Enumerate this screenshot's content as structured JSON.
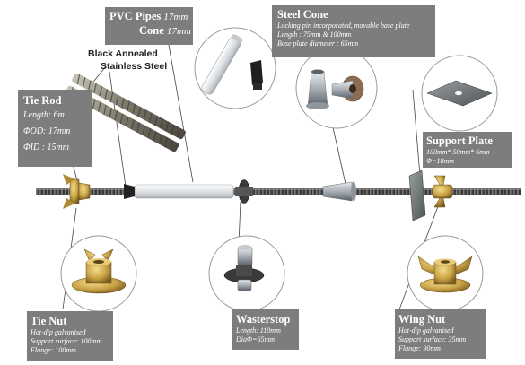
{
  "pvc": {
    "title": "PVC Pipes",
    "title_size": "17mm",
    "cone": "Cone",
    "cone_size": "17mm"
  },
  "steel_cone": {
    "title": "Steel Cone",
    "lines": [
      "Locking pin incorporated, movable base plate",
      "Length : 75mm & 100mm",
      "Base plate diameter : 65mm"
    ]
  },
  "black_annealed": [
    "Black Annealed",
    "Stainless Steel"
  ],
  "tie_rod": {
    "title": "Tie Rod",
    "lines": [
      "Length: 6m",
      "ΦOD: 17mm",
      "ΦID : 15mm"
    ]
  },
  "support_plate": {
    "title": "Support Plate",
    "lines": [
      "100mm* 50mm* 6mm",
      "Φ=18mm"
    ]
  },
  "tie_nut": {
    "title": "Tie Nut",
    "lines": [
      "Hot-dip galvanised",
      "Support surface: 100mm",
      "Flange: 100mm"
    ]
  },
  "waterstop": {
    "title": "Wasterstop",
    "lines": [
      "Length: 110mm",
      "DiaΦ=65mm"
    ]
  },
  "wing_nut": {
    "title": "Wing Nut",
    "lines": [
      "Hot-dip galvanised",
      "Support surface: 35mm",
      "Flange: 90mm"
    ]
  },
  "colors": {
    "label_box": "#7d7d7d",
    "rod": "#3a3a3a",
    "brass": "#c9a245",
    "pvc": "#d9dde2"
  }
}
